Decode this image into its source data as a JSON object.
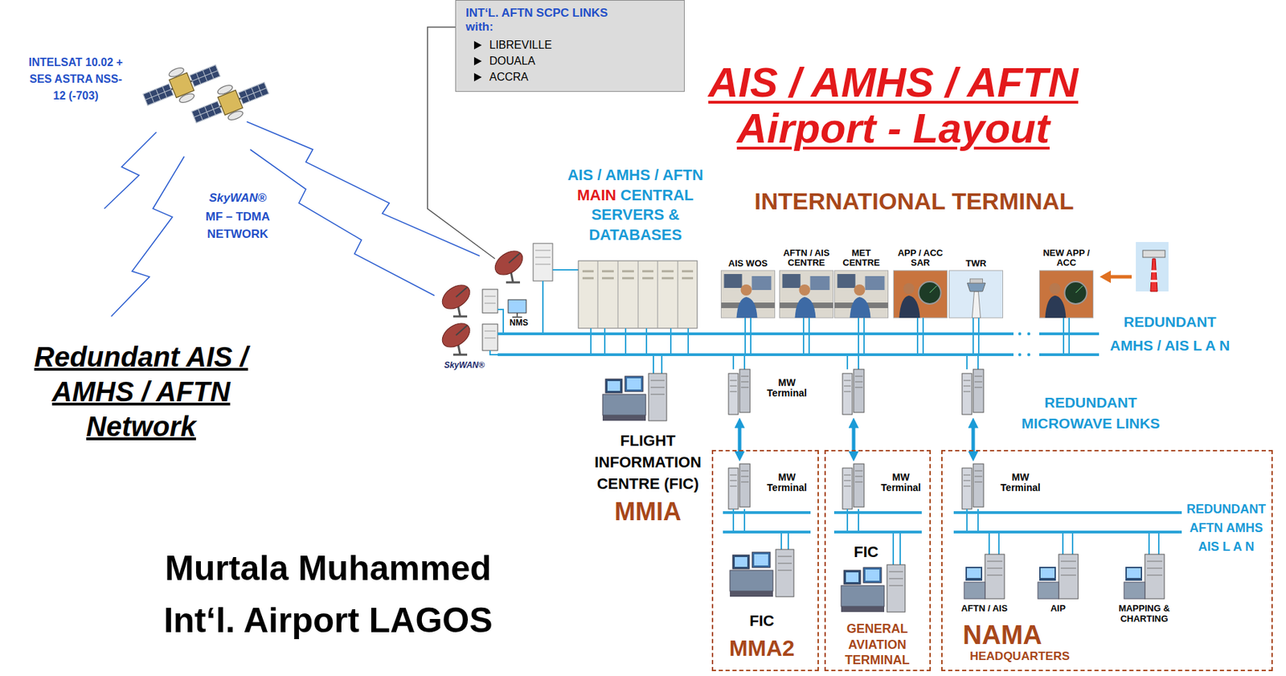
{
  "diagram": {
    "title": "AIS / AMHS / AFTN Airport - Layout",
    "nodes": [
      {
        "text": [
          "INT‘L. AFTN SCPC LINKS with:",
          "LIBREVILLE",
          "DOUALA",
          "ACCRA"
        ]
      },
      {
        "text": [
          "MW Terminal"
        ]
      },
      {
        "text": [
          "FIC",
          "MMA2"
        ]
      },
      {
        "text": [
          "MW Terminal"
        ],
        "in": 2
      },
      {
        "text": [
          "FIC",
          "GENERAL AVIATION TERMINAL"
        ]
      },
      {
        "text": [
          "MW Terminal"
        ],
        "in": 4
      },
      {
        "text": [
          "REDUNDANT AFTN AMHS AIS L A N",
          "AFTN / AIS",
          "AIP",
          "MAPPING & CHARTING",
          "NAMA",
          "HEADQUARTERS"
        ]
      },
      {
        "text": [
          "MW Terminal"
        ],
        "in": 6
      }
    ],
    "edges": [
      {
        "from": 1,
        "to": 3,
        "arrow": "both"
      }
    ],
    "labels": [
      "INTELSAT 10.02 + SES ASTRA NSS-12 (-703)",
      "SkyWAN®",
      "MF – TDMA NETWORK",
      "Redundant AIS / AMHS / AFTN Network",
      "AIS / AMHS / AFTN MAIN CENTRAL SERVERS & DATABASES",
      "INTERNATIONAL TERMINAL",
      "AIS WOS",
      "AFTN / AIS CENTRE",
      "MET CENTRE",
      "APP / ACC SAR",
      "TWR",
      "NEW APP / ACC",
      "NMS",
      "SkyWAN®",
      "REDUNDANT AMHS / AIS L A N",
      "REDUNDANT MICROWAVE LINKS",
      "FLIGHT INFORMATION CENTRE (FIC)",
      "MMIA",
      "Murtala Muhammed Int‘l. Airport LAGOS"
    ]
  }
}
